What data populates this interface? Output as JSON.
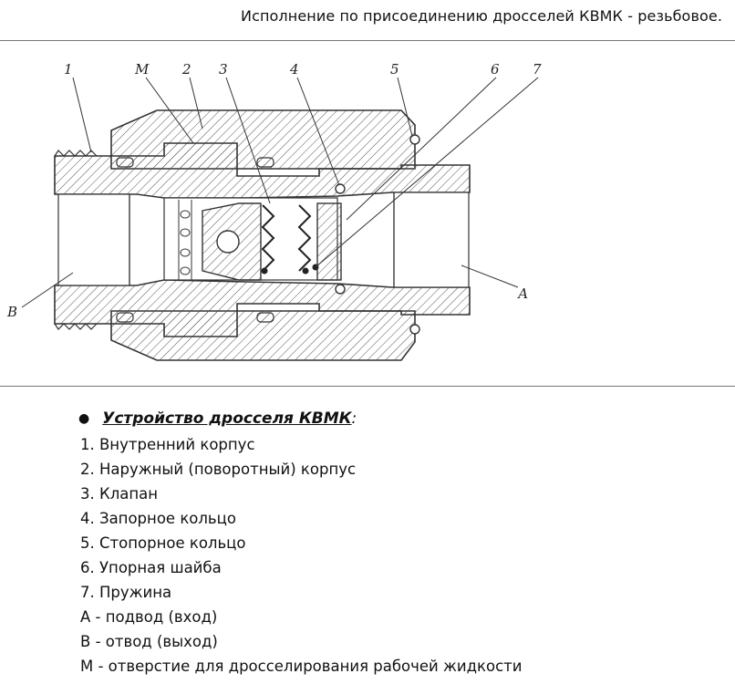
{
  "header": {
    "title": "Исполнение по присоединению дросселей КВМК - резьбовое."
  },
  "diagram": {
    "callouts": [
      "1",
      "М",
      "2",
      "3",
      "4",
      "5",
      "6",
      "7",
      "В",
      "А"
    ]
  },
  "legend": {
    "bullet": "●",
    "heading": "Устройство дросселя КВМК",
    "heading_suffix": ":",
    "items": [
      "1. Внутренний корпус",
      "2. Наружный (поворотный) корпус",
      "3. Клапан",
      "4. Запорное кольцо",
      "5. Стопорное кольцо",
      "6. Упорная шайба",
      "7. Пружина",
      "А - подвод (вход)",
      "В - отвод (выход)",
      "М - отверстие для дросселирования рабочей жидкости"
    ]
  }
}
